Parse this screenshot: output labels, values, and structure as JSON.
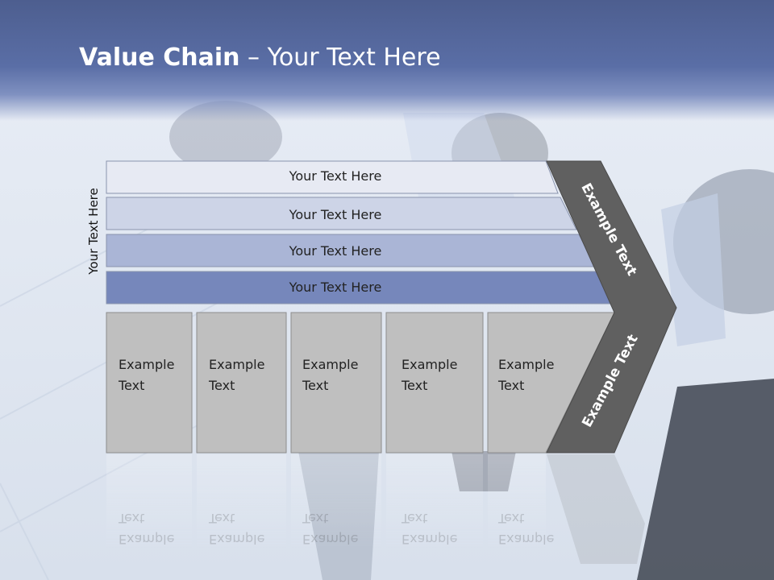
{
  "title": {
    "bold": "Value Chain",
    "rest": " – Your Text Here"
  },
  "y_axis_label": "Your Text Here",
  "bands": [
    "Your Text Here",
    "Your Text Here",
    "Your Text Here",
    "Your Text Here"
  ],
  "boxes": [
    {
      "line1": "Example",
      "line2": "Text"
    },
    {
      "line1": "Example",
      "line2": "Text"
    },
    {
      "line1": "Example",
      "line2": "Text"
    },
    {
      "line1": "Example",
      "line2": "Text"
    },
    {
      "line1": "Example",
      "line2": "Text"
    }
  ],
  "arrow": {
    "upper": "Example Text",
    "lower": "Example Text"
  },
  "colors": {
    "band_fills": [
      "#e7eaf3",
      "#cdd4e7",
      "#aab5d6",
      "#7687bb"
    ],
    "box_fill": "#bfbfbf",
    "arrow_fill": "#606060"
  }
}
